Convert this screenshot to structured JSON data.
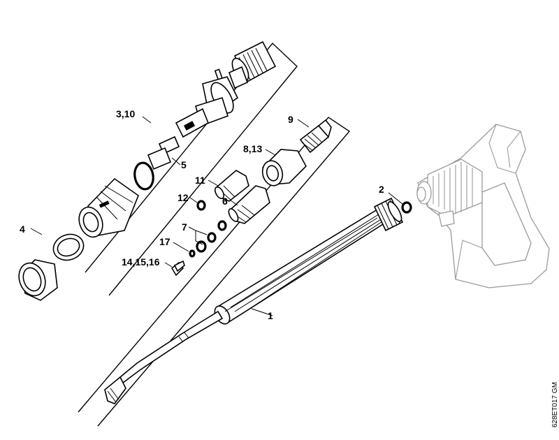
{
  "labels": {
    "l1": "1",
    "l2": "2",
    "l3_10": "3,10",
    "l4": "4",
    "l5": "5",
    "l6": "6",
    "l7": "7",
    "l8_13": "8,13",
    "l9": "9",
    "l11": "11",
    "l12": "12",
    "l14_15_16": "14,15,16",
    "l17": "17"
  },
  "drawing_code": "628ET017 GM"
}
